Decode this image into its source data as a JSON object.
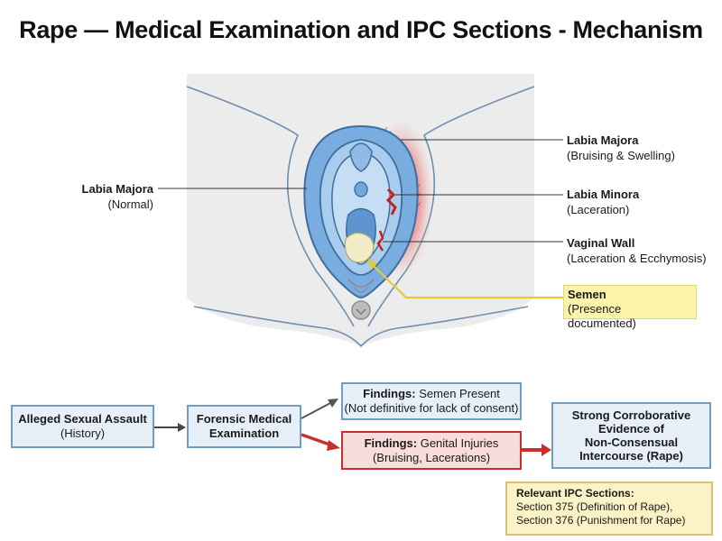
{
  "title": "Rape — Medical Examination and IPC Sections - Mechanism",
  "callouts": {
    "left": {
      "title": "Labia Majora",
      "sub": "(Normal)"
    },
    "r1": {
      "title": "Labia Majora",
      "sub": "(Bruising & Swelling)"
    },
    "r2": {
      "title": "Labia Minora",
      "sub": "(Laceration)"
    },
    "r3": {
      "title": "Vaginal Wall",
      "sub": "(Laceration & Ecchymosis)"
    },
    "semen": {
      "title": "Semen",
      "sub": "(Presence documented)"
    }
  },
  "flow": {
    "assault": {
      "title": "Alleged Sexual Assault",
      "sub": "(History)"
    },
    "exam": {
      "line1": "Forensic Medical",
      "line2": "Examination"
    },
    "finding1": {
      "label": "Findings:",
      "value": "Semen Present",
      "sub": "(Not definitive for lack of consent)"
    },
    "finding2": {
      "label": "Findings:",
      "value": "Genital Injuries",
      "sub": "(Bruising, Lacerations)"
    },
    "conclusion": {
      "line1": "Strong Corroborative",
      "line2": "Evidence of",
      "line3": "Non-Consensual",
      "line4": "Intercourse (Rape)"
    },
    "ipc": {
      "title": "Relevant IPC Sections:",
      "line1": "Section 375 (Definition of Rape),",
      "line2": "Section 376 (Punishment for Rape)"
    }
  },
  "colors": {
    "anatomy_blue": "#6fa6dd",
    "injury_red": "#e04545",
    "semen_yellow": "#fbf3a8",
    "box_blue": "#e7f0f8",
    "box_red": "#f9dcdc"
  }
}
